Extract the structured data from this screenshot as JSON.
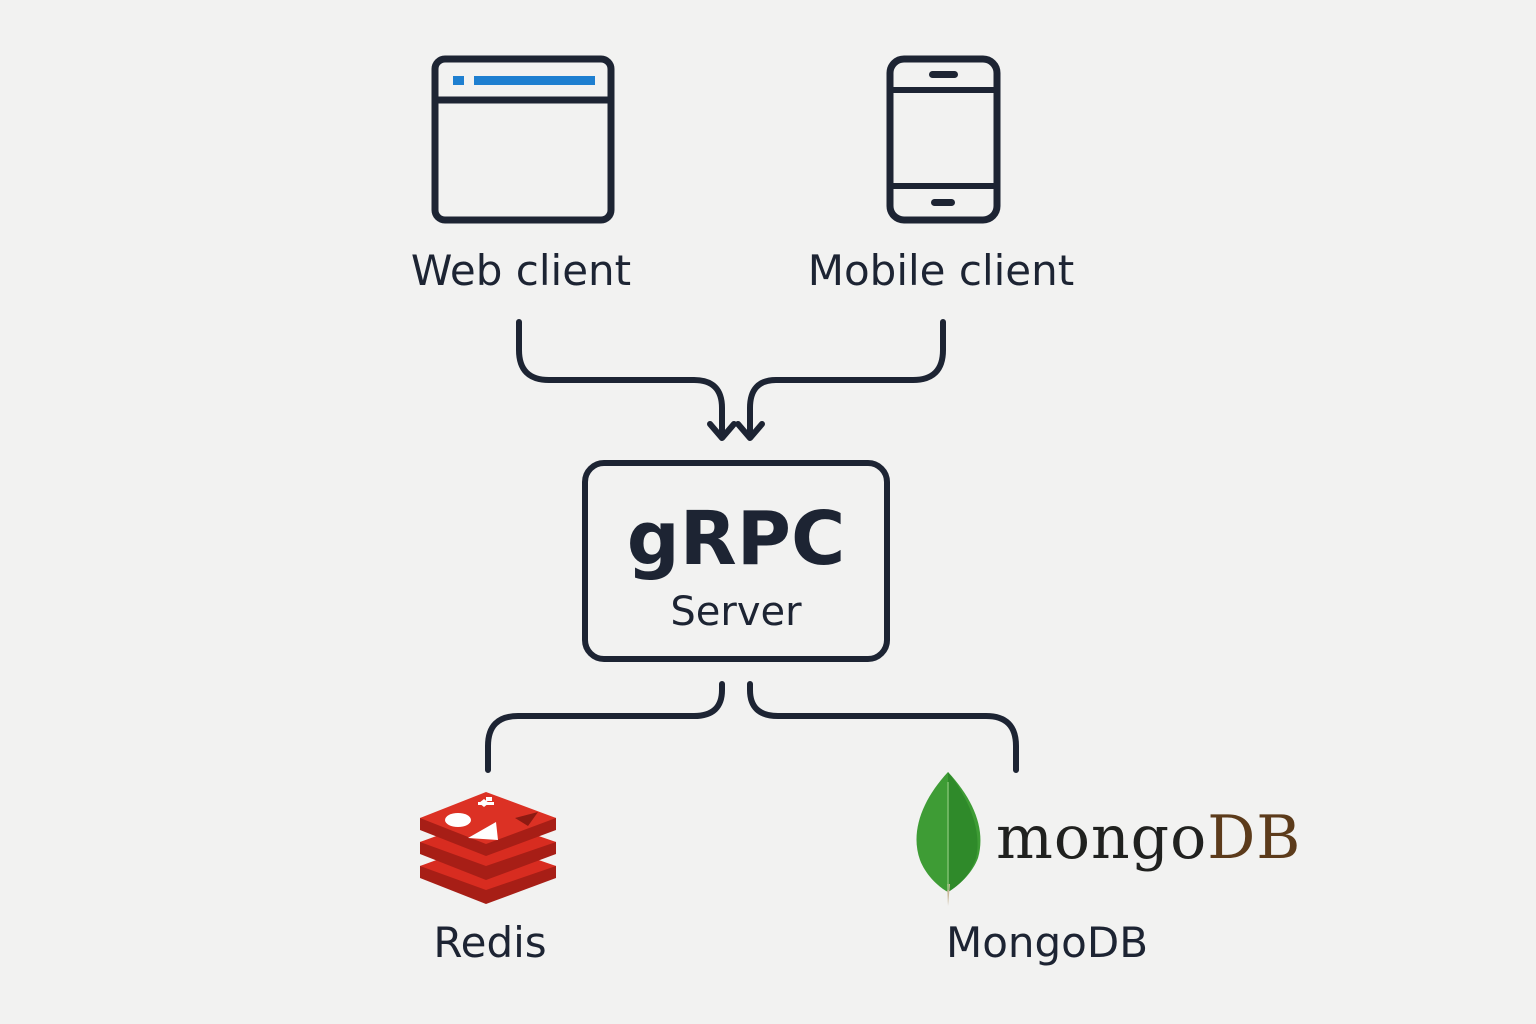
{
  "clients": {
    "web": {
      "label": "Web client",
      "icon": "browser-window-icon"
    },
    "mobile": {
      "label": "Mobile client",
      "icon": "smartphone-icon"
    }
  },
  "server": {
    "title": "gRPC",
    "subtitle": "Server"
  },
  "stores": {
    "redis": {
      "label": "Redis",
      "icon": "redis-logo"
    },
    "mongodb": {
      "label": "MongoDB",
      "icon": "mongodb-leaf-logo",
      "wordmark_part1": "mongo",
      "wordmark_part2": "DB"
    }
  },
  "colors": {
    "background": "#f2f2f1",
    "ink": "#1d2433",
    "browser_accent": "#1e7fd0",
    "redis_red": "#d82c20",
    "mongo_green": "#3e9c35",
    "mongo_brown": "#5c3b1b"
  }
}
